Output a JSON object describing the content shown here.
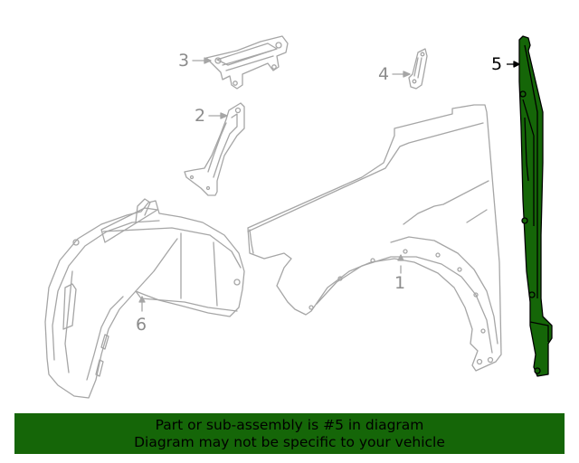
{
  "diagram": {
    "colors": {
      "line": "#a6a6a6",
      "callout_text": "#8c8c8c",
      "highlight_fill": "#156608",
      "highlight_stroke": "#000000",
      "banner_bg": "#156608"
    },
    "callouts": [
      {
        "number": "1",
        "part": "fender",
        "highlighted": false
      },
      {
        "number": "2",
        "part": "fender-support-bracket",
        "highlighted": false
      },
      {
        "number": "3",
        "part": "upper-bracket",
        "highlighted": false
      },
      {
        "number": "4",
        "part": "small-bracket",
        "highlighted": false
      },
      {
        "number": "5",
        "part": "fender-side-seal",
        "highlighted": true
      },
      {
        "number": "6",
        "part": "fender-liner",
        "highlighted": false
      }
    ]
  },
  "banner": {
    "line1": "Part or sub-assembly is #5 in diagram",
    "line2": "Diagram may not be specific to your vehicle"
  }
}
